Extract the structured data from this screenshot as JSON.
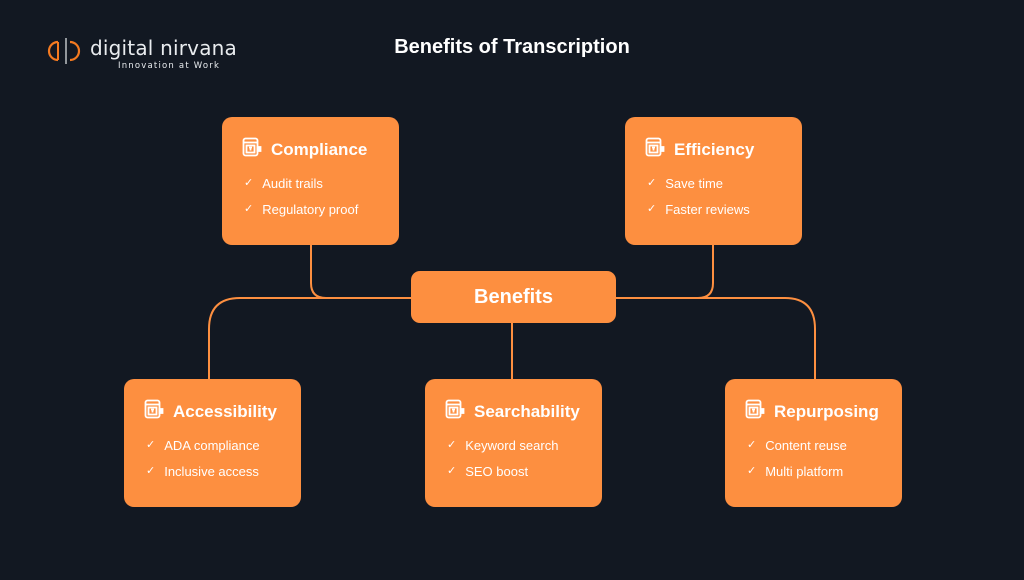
{
  "brand": {
    "name": "digital nirvana",
    "tagline": "Innovation at Work"
  },
  "title": "Benefits of Transcription",
  "center": "Benefits",
  "colors": {
    "background": "#121822",
    "accent": "#fd8f40"
  },
  "cards": [
    {
      "id": "compliance",
      "title": "Compliance",
      "icon": "browser-window-icon",
      "items": [
        "Audit trails",
        "Regulatory proof"
      ]
    },
    {
      "id": "efficiency",
      "title": "Efficiency",
      "icon": "browser-window-icon",
      "items": [
        "Save time",
        "Faster reviews"
      ]
    },
    {
      "id": "accessibility",
      "title": "Accessibility",
      "icon": "browser-window-icon",
      "items": [
        "ADA compliance",
        "Inclusive access"
      ]
    },
    {
      "id": "searchability",
      "title": "Searchability",
      "icon": "browser-window-icon",
      "items": [
        "Keyword search",
        "SEO boost"
      ]
    },
    {
      "id": "repurposing",
      "title": "Repurposing",
      "icon": "browser-window-icon",
      "items": [
        "Content reuse",
        "Multi platform"
      ]
    }
  ]
}
